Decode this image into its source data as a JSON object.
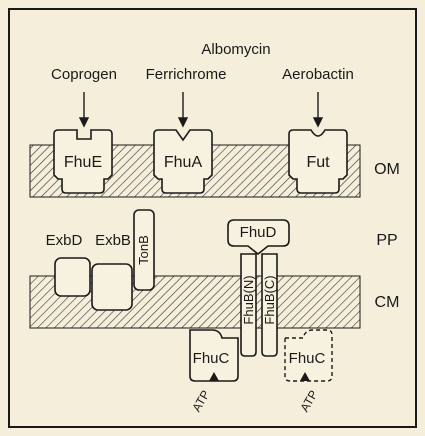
{
  "substrates": {
    "coprogen": "Coprogen",
    "albomycin": "Albomycin",
    "ferrichrome": "Ferrichrome",
    "aerobactin": "Aerobactin"
  },
  "membranes": {
    "om": "OM",
    "pp": "PP",
    "cm": "CM"
  },
  "proteins": {
    "fhue": "FhuE",
    "fhua": "FhuA",
    "fut": "Fut",
    "exbd": "ExbD",
    "exbb": "ExbB",
    "tonb": "TonB",
    "fhud": "FhuD",
    "fhub_n": "FhuB(N)",
    "fhub_c": "FhuB(C)",
    "fhuc_left": "FhuC",
    "fhuc_right": "FhuC"
  },
  "atp": {
    "left": "ATP",
    "right": "ATP"
  },
  "colors": {
    "background": "#f4eeda",
    "protein_fill": "#f7f1df",
    "stroke": "#1a1a1a"
  }
}
